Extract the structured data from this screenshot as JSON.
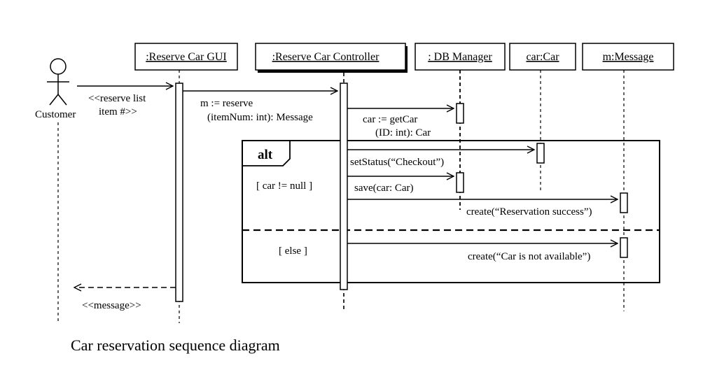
{
  "actor": {
    "name": "Customer"
  },
  "lifelines": [
    {
      "key": "gui",
      "title": ":Reserve Car GUI"
    },
    {
      "key": "controller",
      "title": ":Reserve Car Controller"
    },
    {
      "key": "db",
      "title": ": DB Manager"
    },
    {
      "key": "car",
      "title": "car:Car"
    },
    {
      "key": "message",
      "title": "m:Message"
    }
  ],
  "messages": {
    "reserve_list": {
      "line1": "<<reserve list",
      "line2": "item #>>"
    },
    "reserve": {
      "line1": "m := reserve",
      "line2": "(itemNum: int): Message"
    },
    "get_car": {
      "line1": "car := getCar",
      "line2": "(ID: int): Car"
    },
    "set_status": "setStatus(“Checkout”)",
    "save": "save(car: Car)",
    "create_success": "create(“Reservation success”)",
    "create_unavailable": "create(“Car is not available”)",
    "return_message": "<<message>>"
  },
  "fragment": {
    "operator": "alt",
    "guard_1": "[ car != null ]",
    "guard_2": "[ else ]"
  },
  "caption": "Car reservation sequence diagram"
}
